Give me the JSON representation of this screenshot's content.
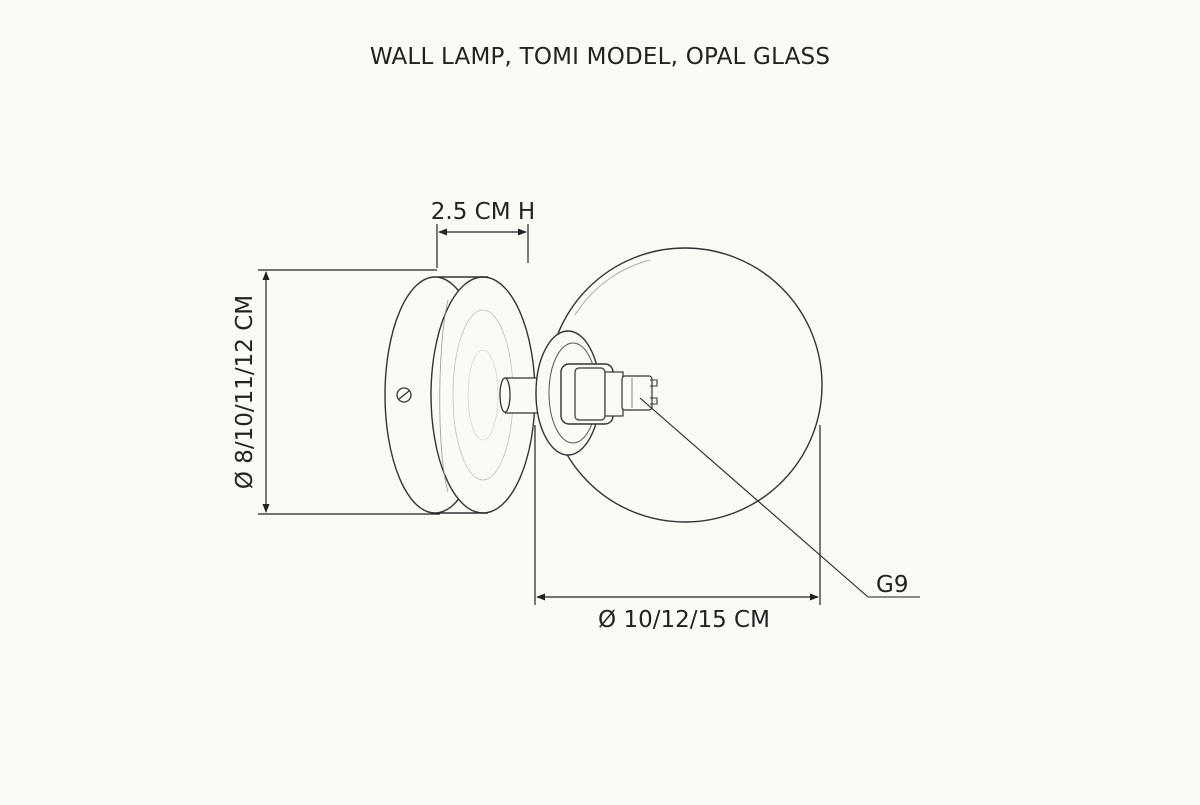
{
  "title": "WALL LAMP, TOMI MODEL, OPAL GLASS",
  "dimensions": {
    "base_height": "2.5 CM H",
    "base_diameter": "Ø 8/10/11/12 CM",
    "globe_diameter": "Ø 10/12/15 CM",
    "socket": "G9"
  }
}
